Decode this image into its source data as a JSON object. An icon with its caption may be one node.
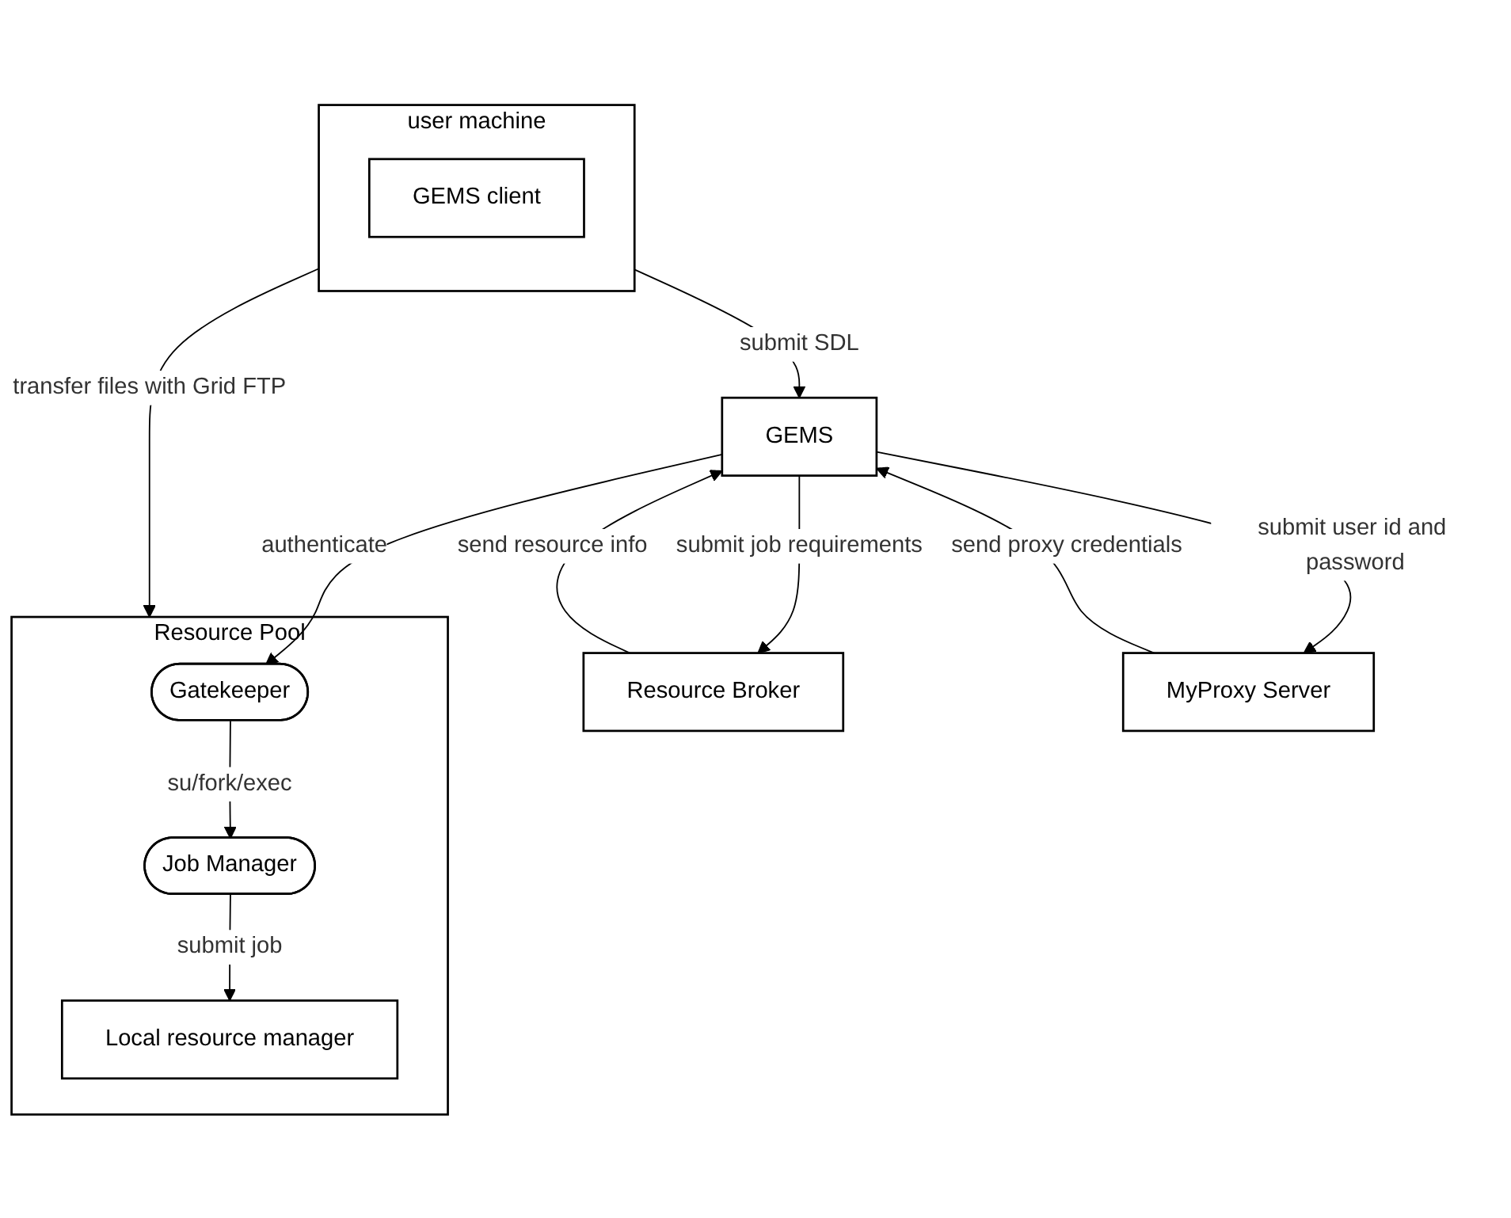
{
  "diagram": {
    "nodes": [
      {
        "text": [
          "user machine"
        ]
      },
      {
        "text": [
          "GEMS client"
        ],
        "in": 0
      },
      {
        "text": [
          "GEMS"
        ]
      },
      {
        "text": [
          "Resource Broker"
        ]
      },
      {
        "text": [
          "MyProxy Server"
        ]
      },
      {
        "text": [
          "Resource Pool"
        ]
      },
      {
        "text": [
          "Gatekeeper"
        ],
        "in": 5
      },
      {
        "text": [
          "Job Manager"
        ],
        "in": 5
      },
      {
        "text": [
          "Local resource manager"
        ],
        "in": 5
      }
    ],
    "edges": [
      {
        "from": 0,
        "to": 2,
        "arrow": "to",
        "label": "submit SDL"
      },
      {
        "from": 0,
        "to": 5,
        "arrow": "to",
        "label": "transfer files with Grid FTP"
      },
      {
        "from": 2,
        "to": 3,
        "arrow": "to",
        "label": "submit job requirements"
      },
      {
        "from": 3,
        "to": 2,
        "arrow": "to",
        "label": "send resource info"
      },
      {
        "from": 2,
        "to": 4,
        "arrow": "to",
        "label": "submit user id and password"
      },
      {
        "from": 4,
        "to": 2,
        "arrow": "to",
        "label": "send proxy credentials"
      },
      {
        "from": 2,
        "to": 6,
        "arrow": "to",
        "label": "authenticate"
      },
      {
        "from": 6,
        "to": 7,
        "arrow": "to",
        "label": "su/fork/exec"
      },
      {
        "from": 7,
        "to": 8,
        "arrow": "to",
        "label": "submit job"
      }
    ]
  }
}
